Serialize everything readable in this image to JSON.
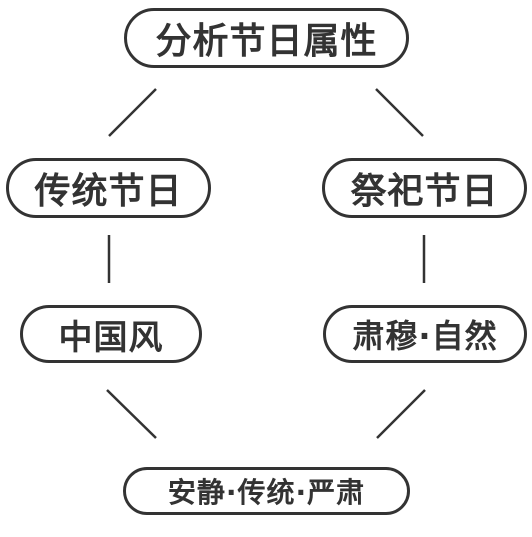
{
  "diagram": {
    "root": {
      "label": "分析节日属性"
    },
    "left_branch": {
      "category": {
        "label": "传统节日"
      },
      "attribute": {
        "label": "中国风"
      }
    },
    "right_branch": {
      "category": {
        "label": "祭祀节日"
      },
      "attribute": {
        "label": "肃穆·自然"
      }
    },
    "conclusion": {
      "label": "安静·传统·严肃"
    }
  },
  "colors": {
    "stroke": "#333333",
    "text": "#333333",
    "background": "#ffffff"
  }
}
